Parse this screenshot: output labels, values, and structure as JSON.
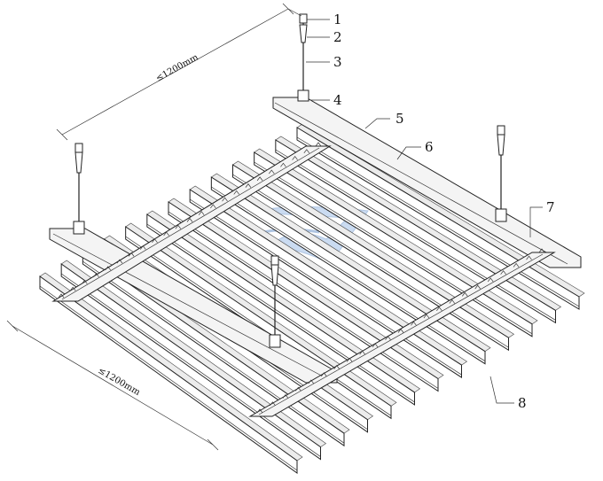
{
  "dimensions": {
    "top": "≤1200mm",
    "bottom": "≤1200mm"
  },
  "callouts": [
    "1",
    "2",
    "3",
    "4",
    "5",
    "6",
    "7",
    "8"
  ],
  "colors": {
    "line": "#222222",
    "watermark": "#8fb1dd",
    "background": "#ffffff"
  },
  "watermark_icon": "swoosh-logo-icon"
}
